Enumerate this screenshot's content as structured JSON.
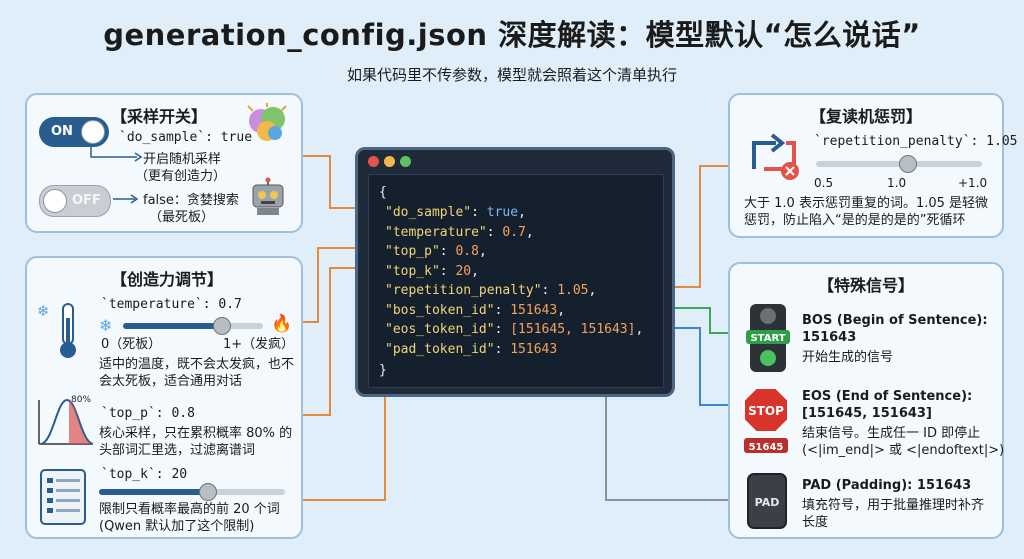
{
  "header": {
    "title": "generation_config.json 深度解读：模型默认“怎么说话”",
    "subtitle": "如果代码里不传参数，模型就会照着这个清单执行"
  },
  "sampling": {
    "title": "【采样开关】",
    "on_label": "ON",
    "off_label": "OFF",
    "do_sample": "`do_sample`: true",
    "on_desc1": "开启随机采样",
    "on_desc2": "（更有创造力）",
    "off_desc1": "false：贪婪搜索",
    "off_desc2": "（最死板）"
  },
  "creativity": {
    "title": "【创造力调节】",
    "temperature": {
      "label": "`temperature`: 0.7",
      "min": "0（死板）",
      "max": "1+（发疯）",
      "value": 0.7,
      "range": [
        0,
        1
      ],
      "desc1": "适中的温度，既不会太发疯，也不",
      "desc2": "会太死板，适合通用对话"
    },
    "top_p": {
      "label": "`top_p`: 0.8",
      "percent": "80%",
      "desc1": "核心采样，只在累积概率 80% 的",
      "desc2": "头部词汇里选，过滤离谱词"
    },
    "top_k": {
      "label": "`top_k`: 20",
      "value": 20,
      "fraction": 0.58,
      "desc1": "限制只看概率最高的前 20 个词",
      "desc2": "(Qwen 默认加了这个限制)"
    }
  },
  "code": {
    "open": "{",
    "close": "}",
    "lines": [
      {
        "key": "\"do_sample\"",
        "val": "true",
        "tail": ","
      },
      {
        "key": "\"temperature\"",
        "val": "0.7",
        "tail": ","
      },
      {
        "key": "\"top_p\"",
        "val": "0.8",
        "tail": ","
      },
      {
        "key": "\"top_k\"",
        "val": "20",
        "tail": ","
      },
      {
        "key": "\"repetition_penalty\"",
        "val": "1.05",
        "tail": ","
      },
      {
        "key": "\"bos_token_id\"",
        "val": "151643",
        "tail": ","
      },
      {
        "key": "\"eos_token_id\"",
        "val": "[151645, 151643]",
        "tail": ","
      },
      {
        "key": "\"pad_token_id\"",
        "val": "151643",
        "tail": ""
      }
    ]
  },
  "repetition": {
    "title": "【复读机惩罚】",
    "label": "`repetition_penalty`: 1.05",
    "ticks": [
      "0.5",
      "1.0",
      "+1.0"
    ],
    "value": 1.05,
    "desc1": "大于 1.0 表示惩罚重复的词。1.05 是轻微",
    "desc2": "惩罚，防止陷入“是的是的是的”死循环"
  },
  "special": {
    "title": "【特殊信号】",
    "start_sign": "START",
    "stop_sign": "STOP",
    "eos_badge": "51645",
    "pad_sign": "PAD",
    "bos_title1": "BOS (Begin of Sentence):",
    "bos_title2": "151643",
    "bos_desc": "开始生成的信号",
    "eos_title1": "EOS (End of Sentence):",
    "eos_title2": "[151645, 151643]",
    "eos_desc1": "结束信号。生成任一 ID 即停止",
    "eos_desc2": "(<|im_end|> 或 <|endoftext|>)",
    "pad_title": "PAD (Padding): 151643",
    "pad_desc1": "填充符号，用于批量推理时补齐",
    "pad_desc2": "长度"
  },
  "colors": {
    "accent": "#2a5d8f",
    "orange": "#e58a3c",
    "green": "#3fa55b",
    "blue": "#3d86d6",
    "gray": "#8a9198"
  }
}
